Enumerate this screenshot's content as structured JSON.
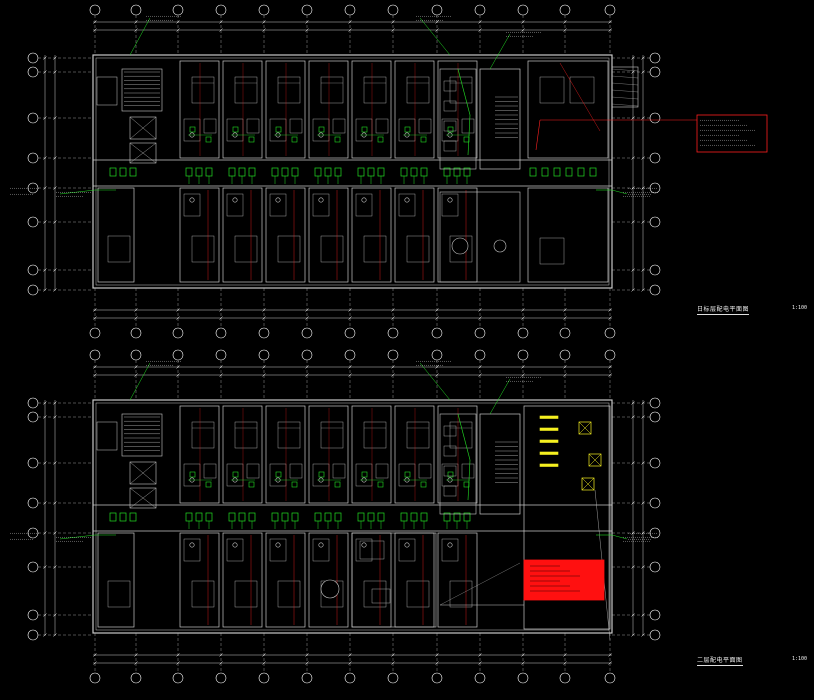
{
  "plans": [
    {
      "title": "日标层配电平面图",
      "scale": "1:100"
    },
    {
      "title": "二层配电平面图",
      "scale": "1:100"
    }
  ],
  "colors": {
    "background": "#000000",
    "wall": "#c8c8c8",
    "grid": "#ffffff",
    "equipment": "#22e024",
    "annotation": "#e0e0e0",
    "callout": "#ff2020",
    "callout_fill": "#ff1010",
    "fixture": "#f5f020"
  }
}
